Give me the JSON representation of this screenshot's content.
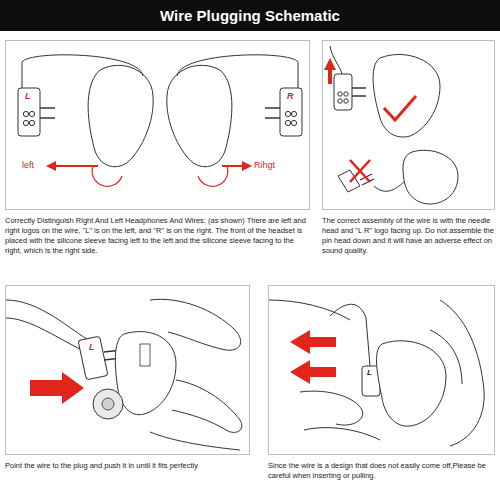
{
  "diagram": {
    "title": "Wire Plugging Schematic",
    "nodes": [
      {
        "text": [
          "Correctly Distinguish Right And Left Headphones And Wires: (as shown) There are left and right logos on the wire, \"L\" is on the left, and \"R\" is on the right. The front of the headset is placed with the silicone sleeve facing left to the left and the silicone sleeve facing to the right, which is the right side."
        ]
      },
      {
        "text": [
          "The correct assembly of the wire is with the needle head and \"L R\" logo facing up. Do not assemble the pin head down and it will have an adverse effect on sound quality."
        ]
      },
      {
        "text": [
          "Point the wire to the plug and push it in until it fits perfectly"
        ]
      },
      {
        "text": [
          "Since the wire is a design that does not easily come off,Please be careful when inserting or pulling."
        ]
      }
    ],
    "labels": [
      "L",
      "R",
      "left",
      "Rihgt",
      "L",
      "L"
    ]
  }
}
